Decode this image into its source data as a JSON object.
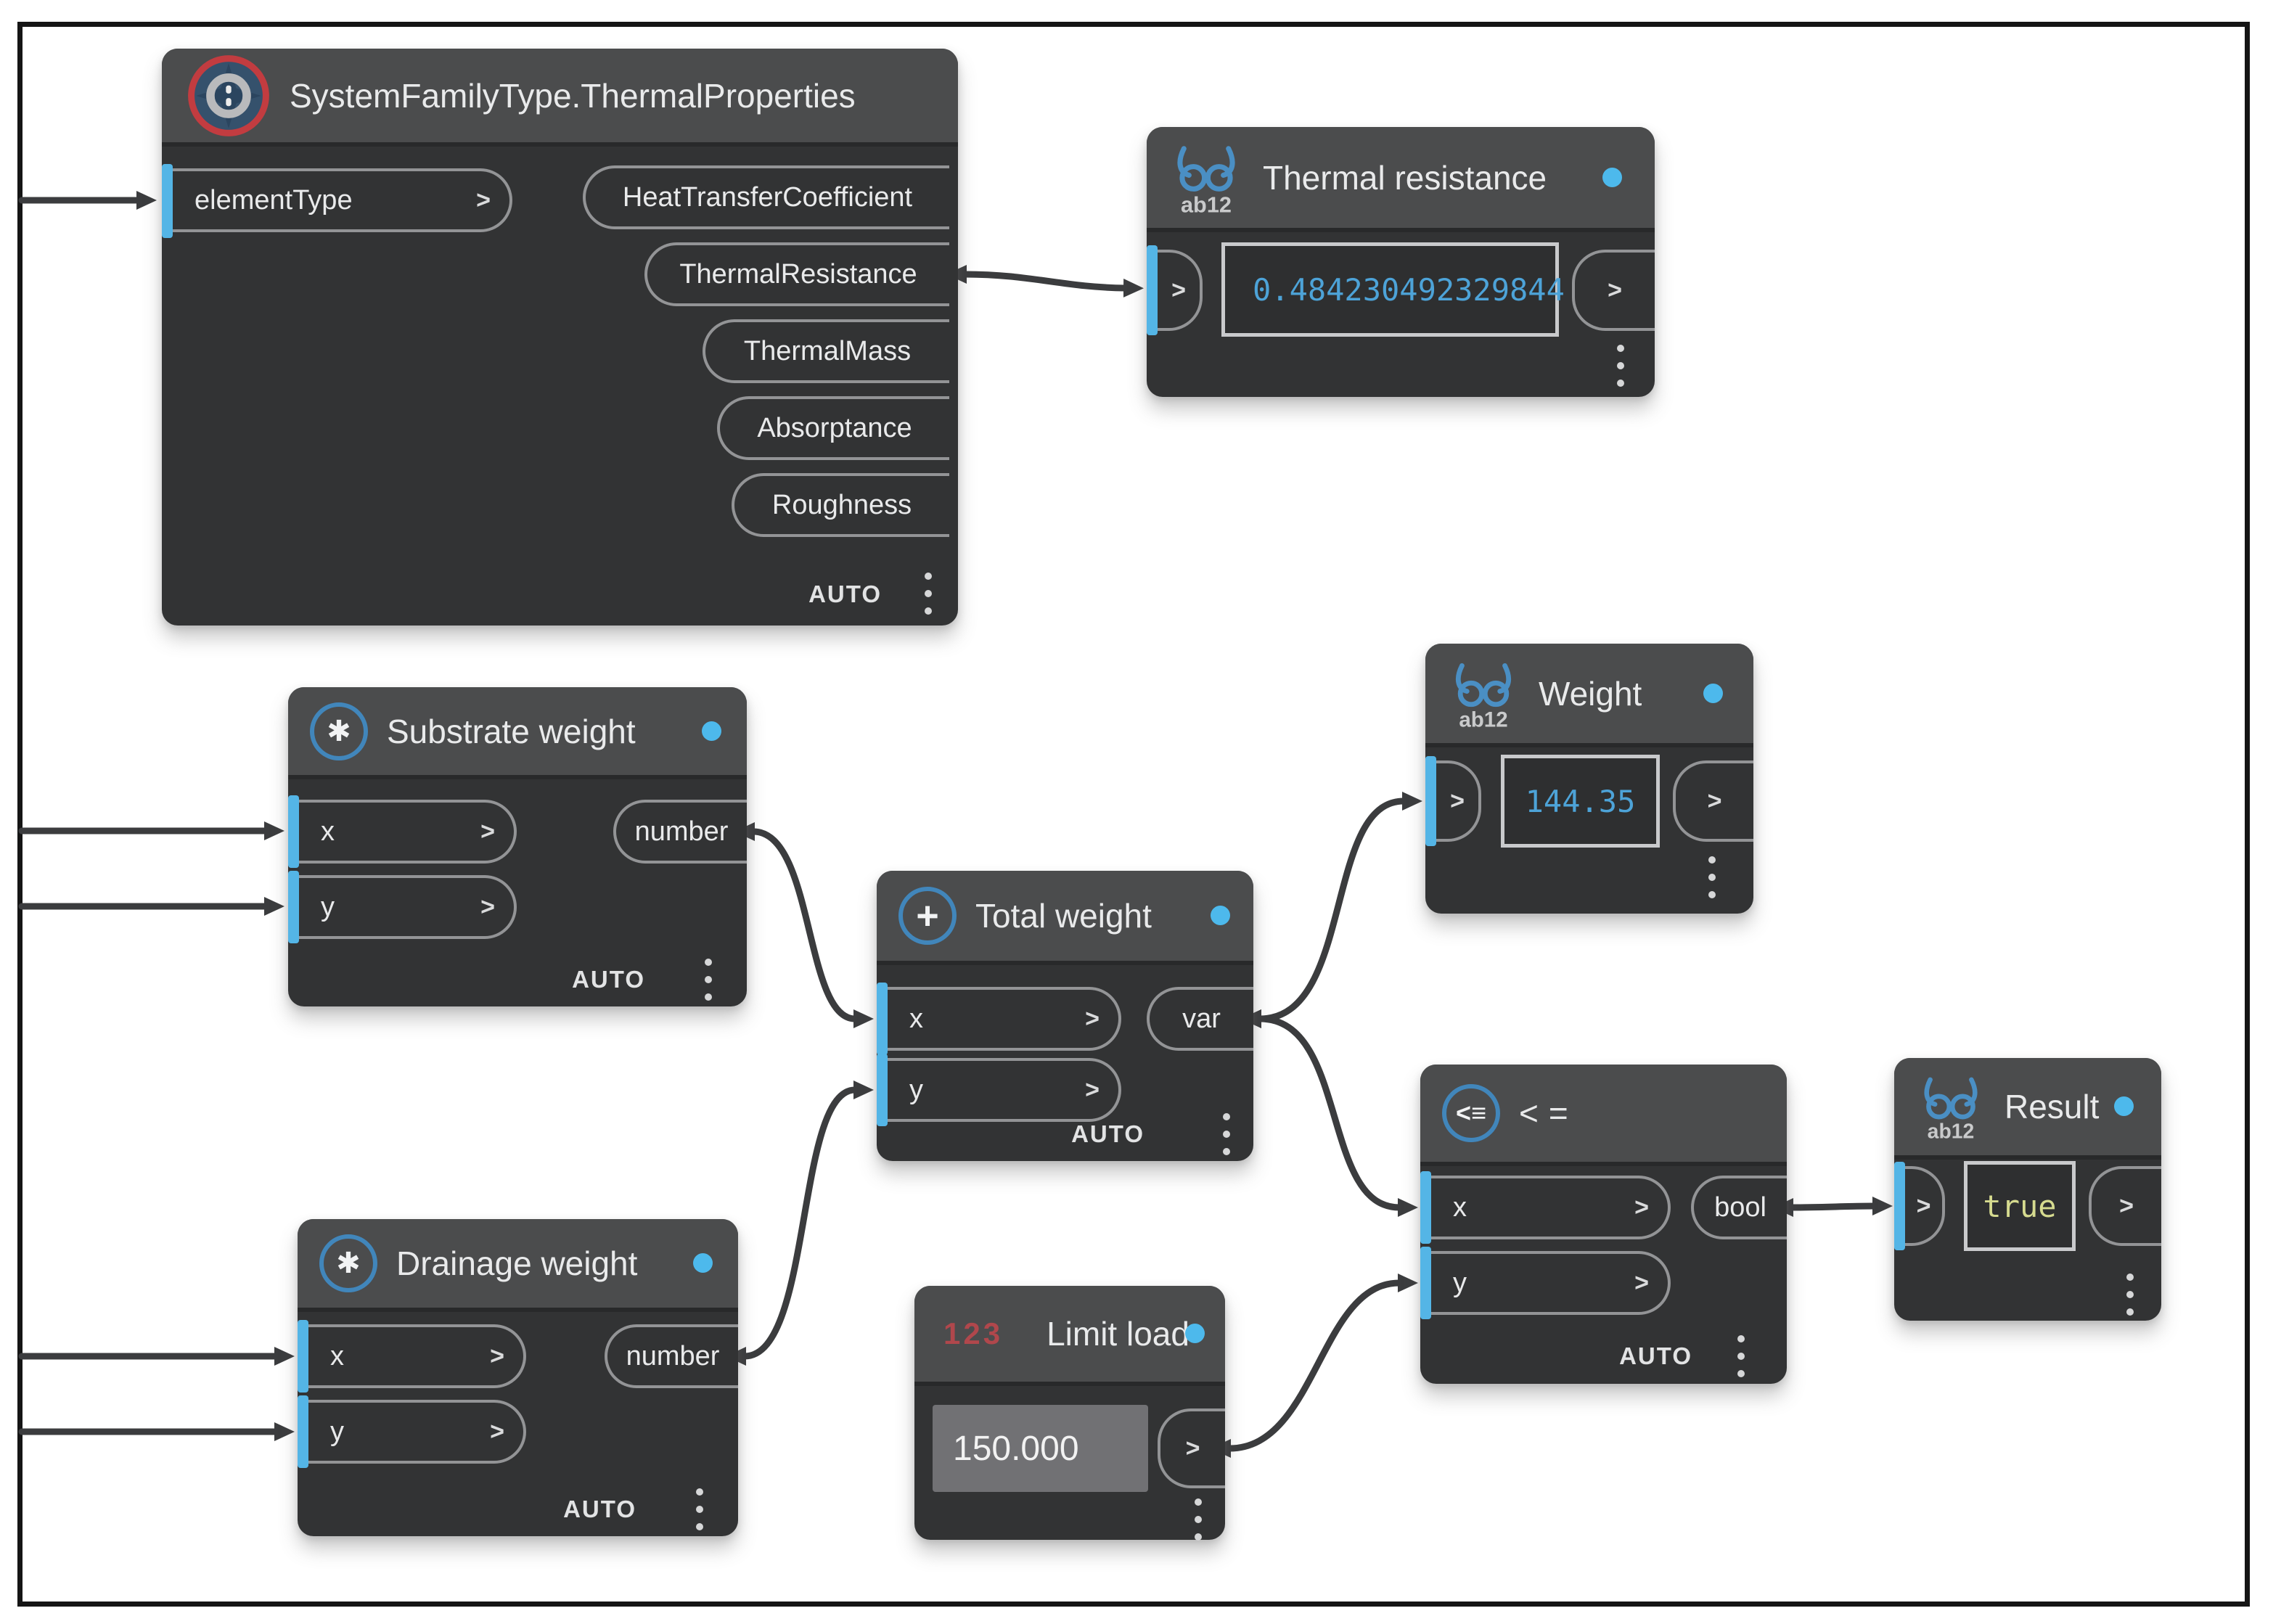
{
  "ports": {
    "chevron": ">"
  },
  "nodes": {
    "thermal_properties": {
      "title": "SystemFamilyType.ThermalProperties",
      "input": "elementType",
      "outputs": [
        "HeatTransferCoefficient",
        "ThermalResistance",
        "ThermalMass",
        "Absorptance",
        "Roughness"
      ],
      "lacing": "AUTO"
    },
    "thermal_resistance_watch": {
      "title": "Thermal resistance",
      "value": "0.484230492329844"
    },
    "substrate_weight": {
      "title": "Substrate weight",
      "inputs": [
        "x",
        "y"
      ],
      "output": "number",
      "lacing": "AUTO"
    },
    "weight_watch": {
      "title": "Weight",
      "value": "144.35"
    },
    "total_weight": {
      "title": "Total weight",
      "inputs": [
        "x",
        "y"
      ],
      "output": "var",
      "lacing": "AUTO"
    },
    "drainage_weight": {
      "title": "Drainage weight",
      "inputs": [
        "x",
        "y"
      ],
      "output": "number",
      "lacing": "AUTO"
    },
    "limit_load": {
      "title": "Limit load",
      "icon_text": "123",
      "value": "150.000"
    },
    "less_equal": {
      "title": "<=",
      "inputs": [
        "x",
        "y"
      ],
      "output": "bool",
      "lacing": "AUTO"
    },
    "result_watch": {
      "title": "Result",
      "value": "true"
    },
    "icon_glyphs": {
      "multiply": "✱",
      "add": "+",
      "less_equal": "<≡"
    }
  },
  "colors": {
    "accent_blue": "#54b5e6",
    "renamed_dot": "#4db9ec",
    "watch_value_blue": "#4da3d8",
    "boolean_true": "#d6db8f",
    "number_icon_red": "#b0474c",
    "wire": "#3b3c3e",
    "node_body": "#323334",
    "node_header": "#4b4c4d"
  }
}
